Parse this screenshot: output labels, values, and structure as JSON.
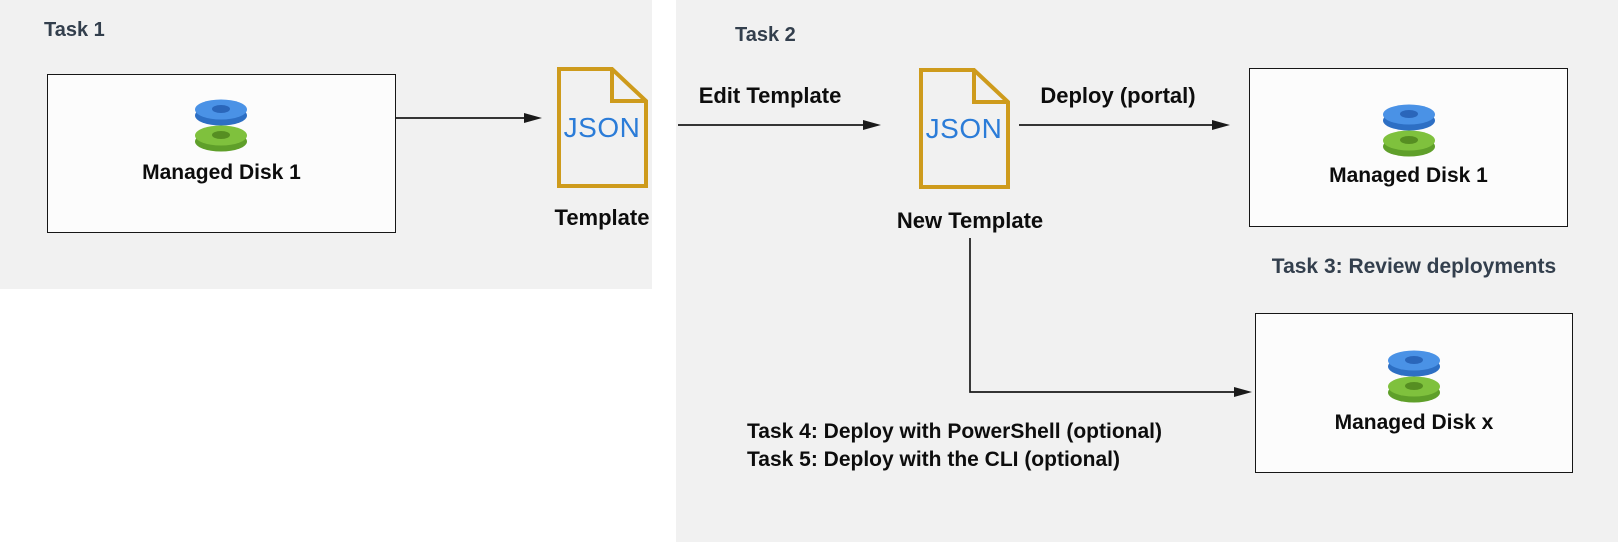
{
  "task1": {
    "title": "Task 1",
    "disk_box": {
      "label": "Managed Disk 1"
    },
    "template_file": {
      "file_type": "JSON",
      "caption": "Template"
    }
  },
  "task2": {
    "title": "Task 2",
    "edit_arrow_label": "Edit Template",
    "template_file": {
      "file_type": "JSON",
      "caption": "New Template"
    },
    "deploy_arrow_label": "Deploy (portal)",
    "deployed_disk_box": {
      "label": "Managed Disk 1"
    }
  },
  "task3": {
    "label": "Task 3: Review deployments"
  },
  "task4": {
    "label": "Task 4: Deploy with PowerShell (optional)"
  },
  "task5": {
    "label": "Task 5: Deploy with the CLI (optional)"
  },
  "optional_deploy_disk_box": {
    "label": "Managed Disk x"
  },
  "colors": {
    "panel_bg": "#f1f1f1",
    "heading": "#333f4d",
    "text": "#0d0d0d",
    "json_blue": "#2b7cd8",
    "template_orange": "#ce9b1c",
    "disk_blue_top": "#4a92e6",
    "disk_blue_side": "#2d6fc4",
    "disk_blue_hole": "#2a66ba",
    "disk_green_top": "#7fc13d",
    "disk_green_side": "#5f9f2a",
    "disk_green_hole": "#568e22",
    "box_border": "#161616",
    "arrow": "#1a1a1a"
  }
}
